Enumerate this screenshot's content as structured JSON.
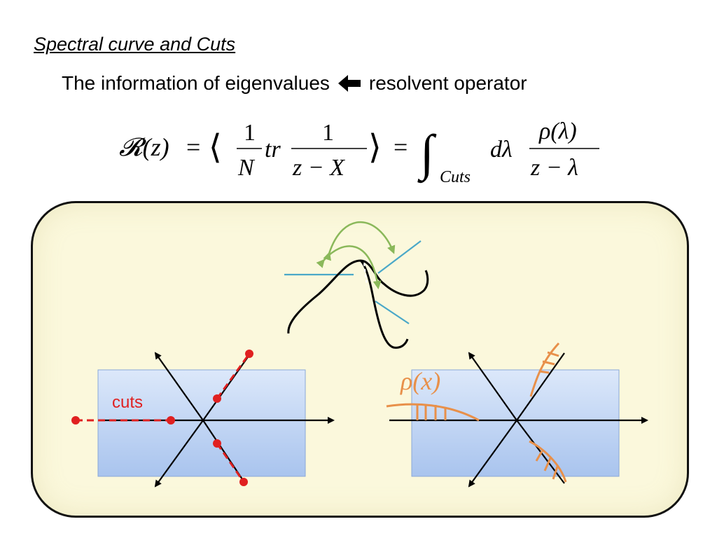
{
  "slide": {
    "title": "Spectral curve and Cuts",
    "subtitle_left": "The information of eigenvalues",
    "subtitle_right": "resolvent operator",
    "arrow_icon": "arrow-left-icon"
  },
  "formula": {
    "lhs": "𝓡(z)",
    "eq": "=",
    "frac1_num": "1",
    "frac1_den": "N",
    "tr": "tr",
    "frac2_num": "1",
    "frac2_den": "z − X",
    "integral": "∫",
    "integral_sub": "Cuts",
    "dlambda": "dλ",
    "frac3_num": "ρ(λ)",
    "frac3_den": "z − λ"
  },
  "labels": {
    "cuts": "cuts",
    "rho": "ρ(x)"
  },
  "colors": {
    "cut_red": "#e02020",
    "orange": "#e8904a",
    "green": "#8ab85a",
    "teal": "#4aa8c8",
    "box_blue": "#b8d0f0",
    "panel_bg": "#fbf8dc"
  }
}
